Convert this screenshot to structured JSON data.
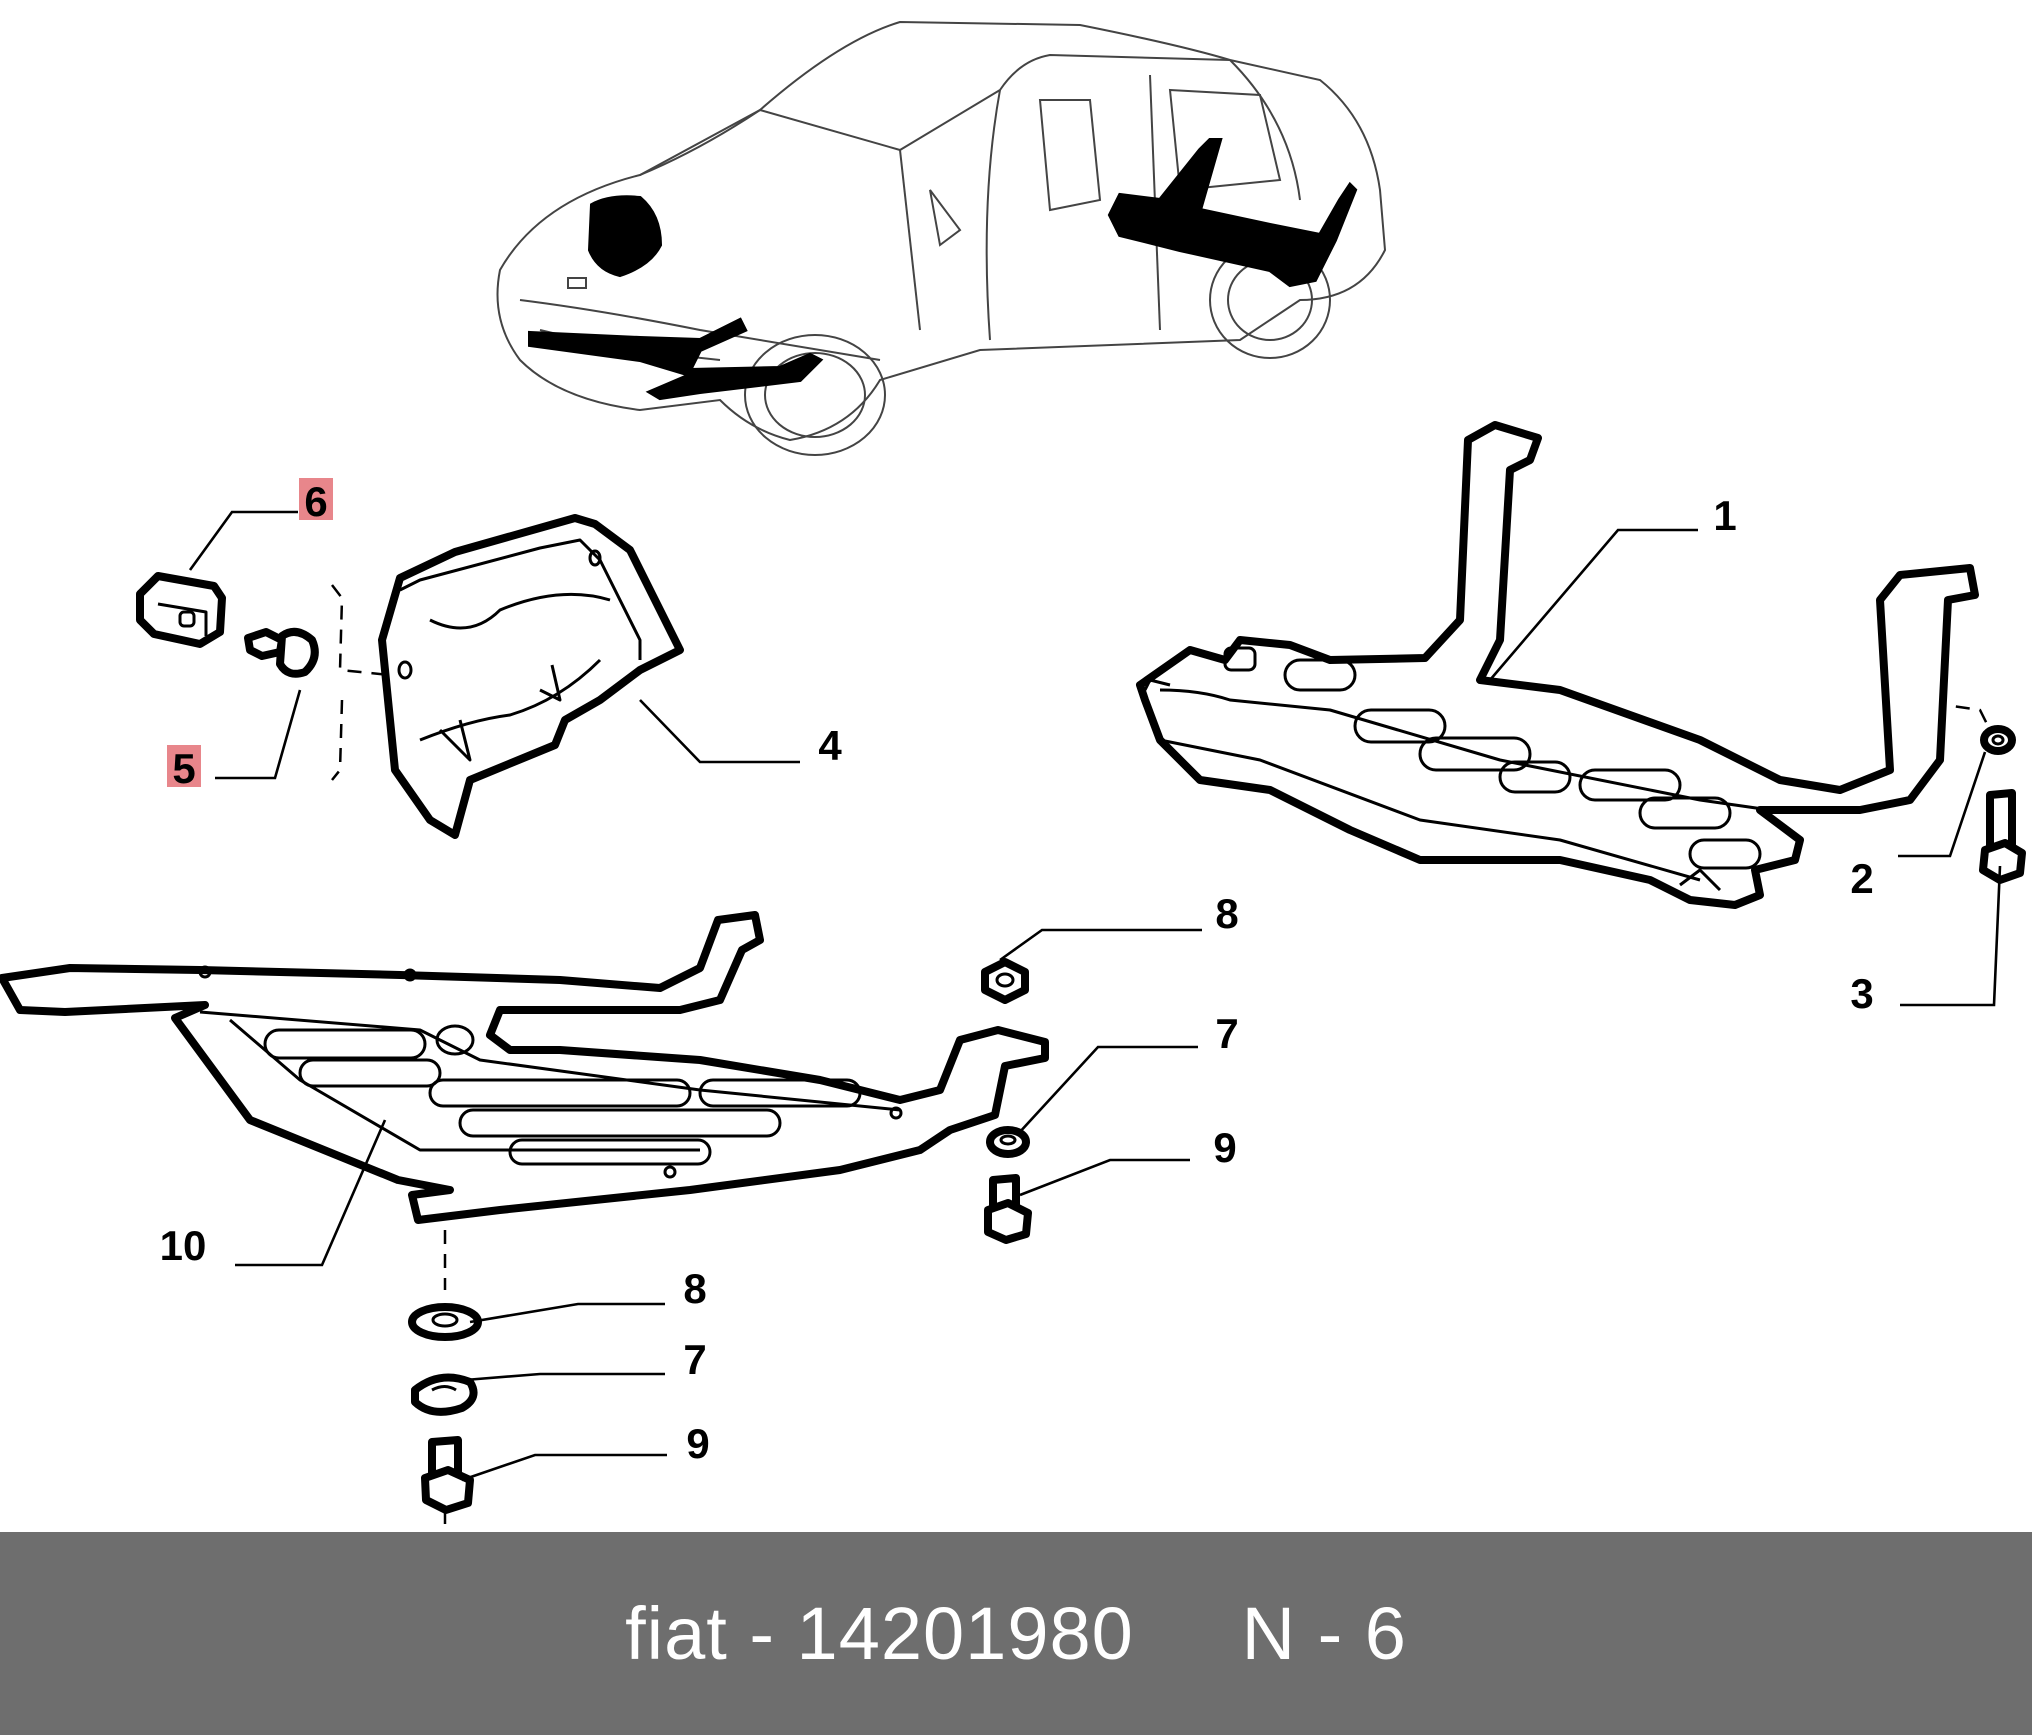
{
  "callouts": {
    "c1": "1",
    "c2": "2",
    "c3": "3",
    "c4": "4",
    "c5": "5",
    "c6": "6",
    "c7a": "7",
    "c7b": "7",
    "c8a": "8",
    "c8b": "8",
    "c9a": "9",
    "c9b": "9",
    "c10": "10"
  },
  "highlighted_callouts": [
    "5",
    "6"
  ],
  "highlight_color": "#e8868b",
  "footer": {
    "text": "fiat - 14201980     N - 6",
    "background_color": "#6e6e6e",
    "text_color": "#ffffff"
  }
}
